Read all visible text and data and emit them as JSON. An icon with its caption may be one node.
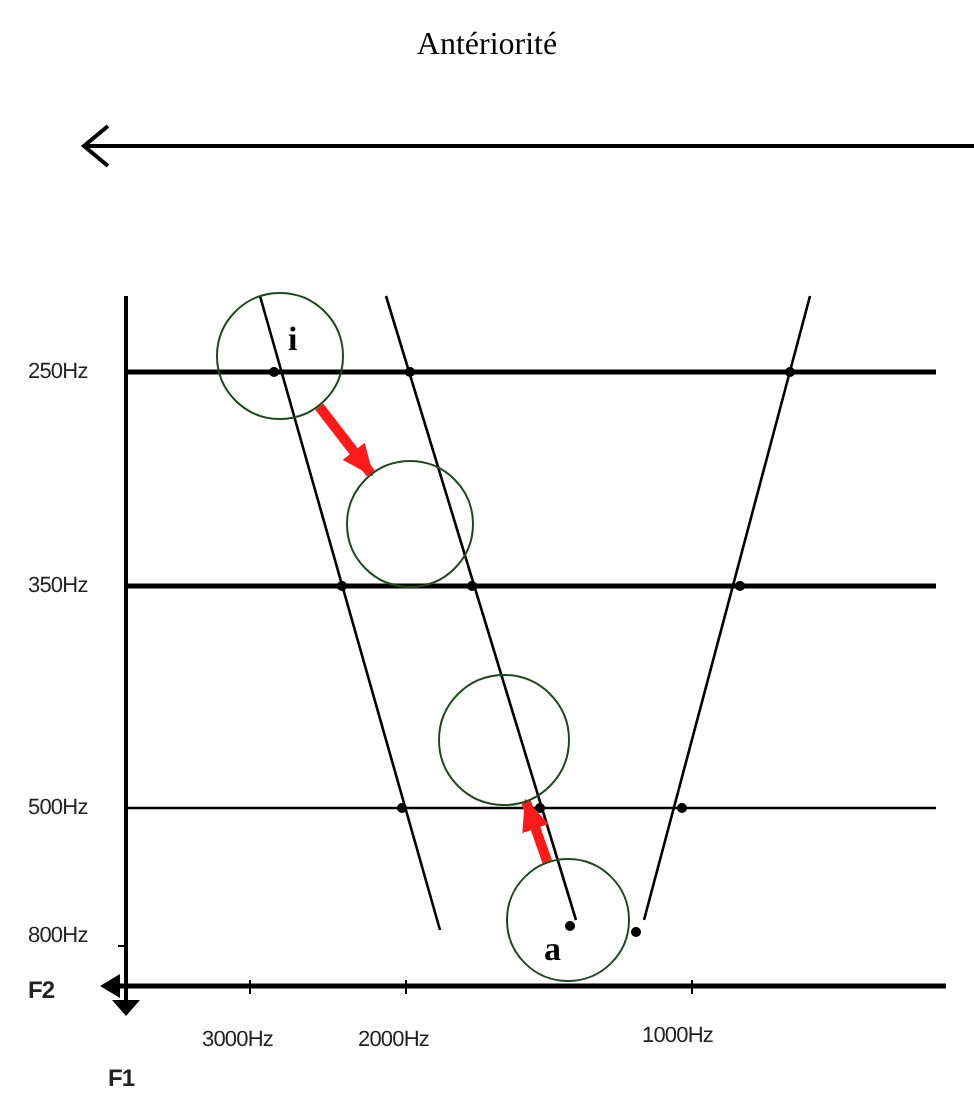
{
  "diagram": {
    "title": "Antériorité",
    "nodes": [
      {
        "text": [
          "i"
        ]
      },
      {
        "text": [],
        "shape": "circle"
      },
      {
        "text": [],
        "shape": "circle"
      },
      {
        "text": [
          "a"
        ]
      }
    ],
    "edges": [
      {
        "from": 0,
        "to": 1,
        "arrow": "to",
        "color": "#ff1a1a"
      },
      {
        "from": 3,
        "to": 2,
        "arrow": "to",
        "color": "#ff1a1a"
      }
    ],
    "labels": [
      "250Hz",
      "350Hz",
      "500Hz",
      "800Hz",
      "F2",
      "3000Hz",
      "2000Hz",
      "1000Hz",
      "F1"
    ]
  }
}
